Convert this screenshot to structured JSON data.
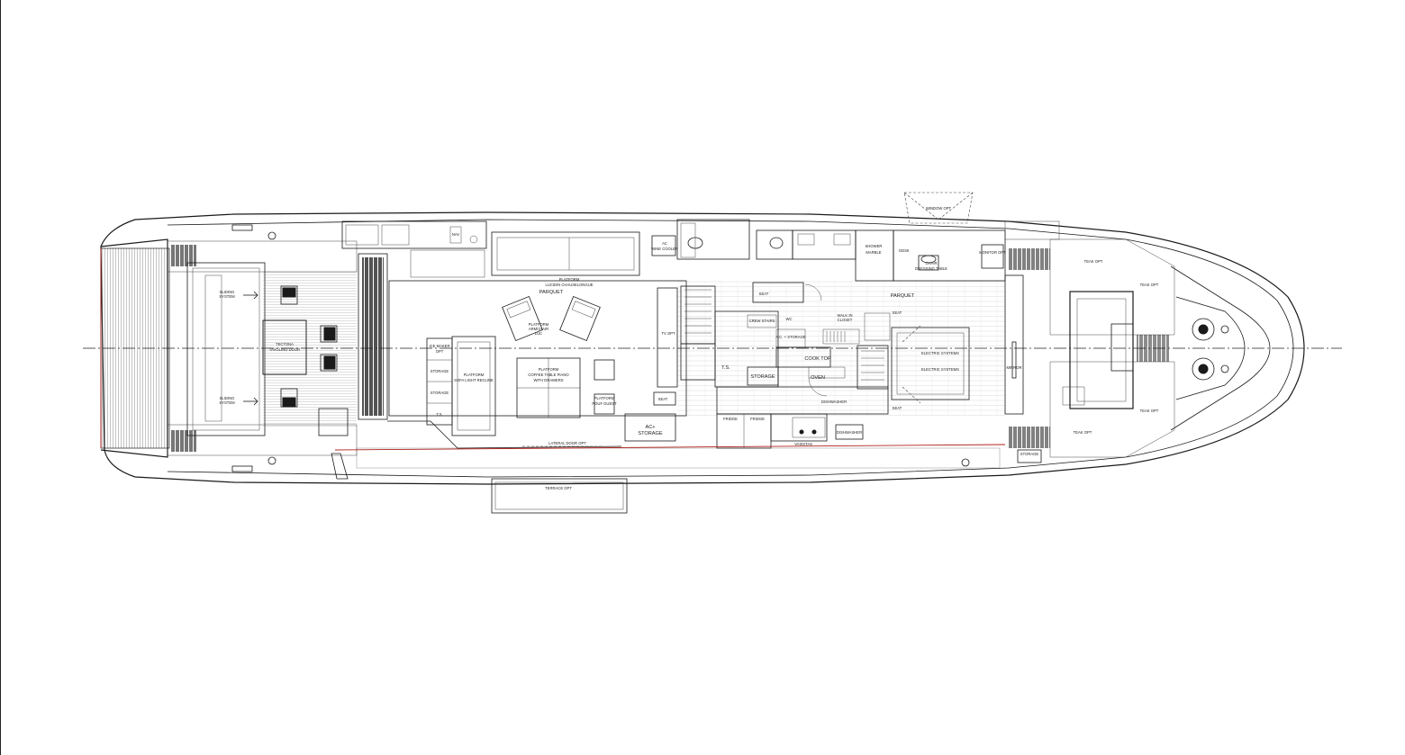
{
  "labels": {
    "window_opt": "WINDOW OPT",
    "parquet_left": "PARQUET",
    "parquet_right": "PARQUET",
    "ice_maker": "ICE MAKER",
    "opt": "OPT",
    "storage_1": "STORAGE",
    "storage_2": "STORAGE",
    "ts_1": "T.S.",
    "ts_2": "T.S.",
    "tv_opt": "TV OPT",
    "cook_top": "COOK TOP",
    "oven": "OVEN",
    "storage_main": "STORAGE",
    "ac_storage_1": "AC+",
    "ac_storage_2": "STORAGE",
    "lateral_door": "LATERAL DOOR OPT",
    "terrace_opt": "TERRACE OPT",
    "dishwasher": "DISHWASHER",
    "electric_systems_1": "ELECTRIC SYSTEMS",
    "electric_systems_2": "ELECTRIC SYSTEMS",
    "shower": "SHOWER",
    "shower_2": "MARBLE",
    "seat_1": "SEAT",
    "seat_2": "SEAT",
    "seat_3": "SEAT",
    "seat_4": "SEAT",
    "vasistas": "VASISTAS",
    "sliding_1": "SLIDING",
    "sliding_2": "SYSTEM",
    "sliding_3": "SLIDING",
    "sliding_4": "SYSTEM",
    "tecton": "TECTONA",
    "tecton_2": "TAVOLINO DOOR",
    "platform_1": "PLATFORM",
    "platform_2": "LUCIDIN CHAUSELONGUE",
    "platform_3": "PLATFORM",
    "platform_4": "ARMCHAIR",
    "platform_5": "LUC",
    "platform_6": "PLATFORM",
    "platform_7": "COFFEE TABLE PIANO",
    "platform_8": "WITH DRAWERS",
    "platform_9": "PLATFORM",
    "platform_10": "SOFA LIGHT RECLINE",
    "platform_11": "PLATFORM",
    "platform_12": "POUF GUEST",
    "walk_in": "WALK IN",
    "closet": "CLOSET",
    "wc": "WC",
    "wine_cooler": "AC",
    "wine_cooler_2": "WINE COOLER",
    "fridge_1": "FRIDGE",
    "fridge_2": "FRIDGE",
    "dishwasher_2": "DISHWASHER",
    "ac_storage_3": "A.C. + STORAGE",
    "crew": "CREW STAIRS",
    "teak_opt_1": "TEAK OPT",
    "teak_opt_2": "TEAK OPT",
    "teak_opt_3": "TEAK OPT",
    "teak_opt_4": "TEAK OPT",
    "storage_bow": "STORAGE",
    "monitor": "MONITOR OPT",
    "chair": "CHAIR",
    "desk": "DESK",
    "mirror": "MIRROR",
    "dressing": "DRESSING TABLE",
    "nav": "NAV"
  }
}
